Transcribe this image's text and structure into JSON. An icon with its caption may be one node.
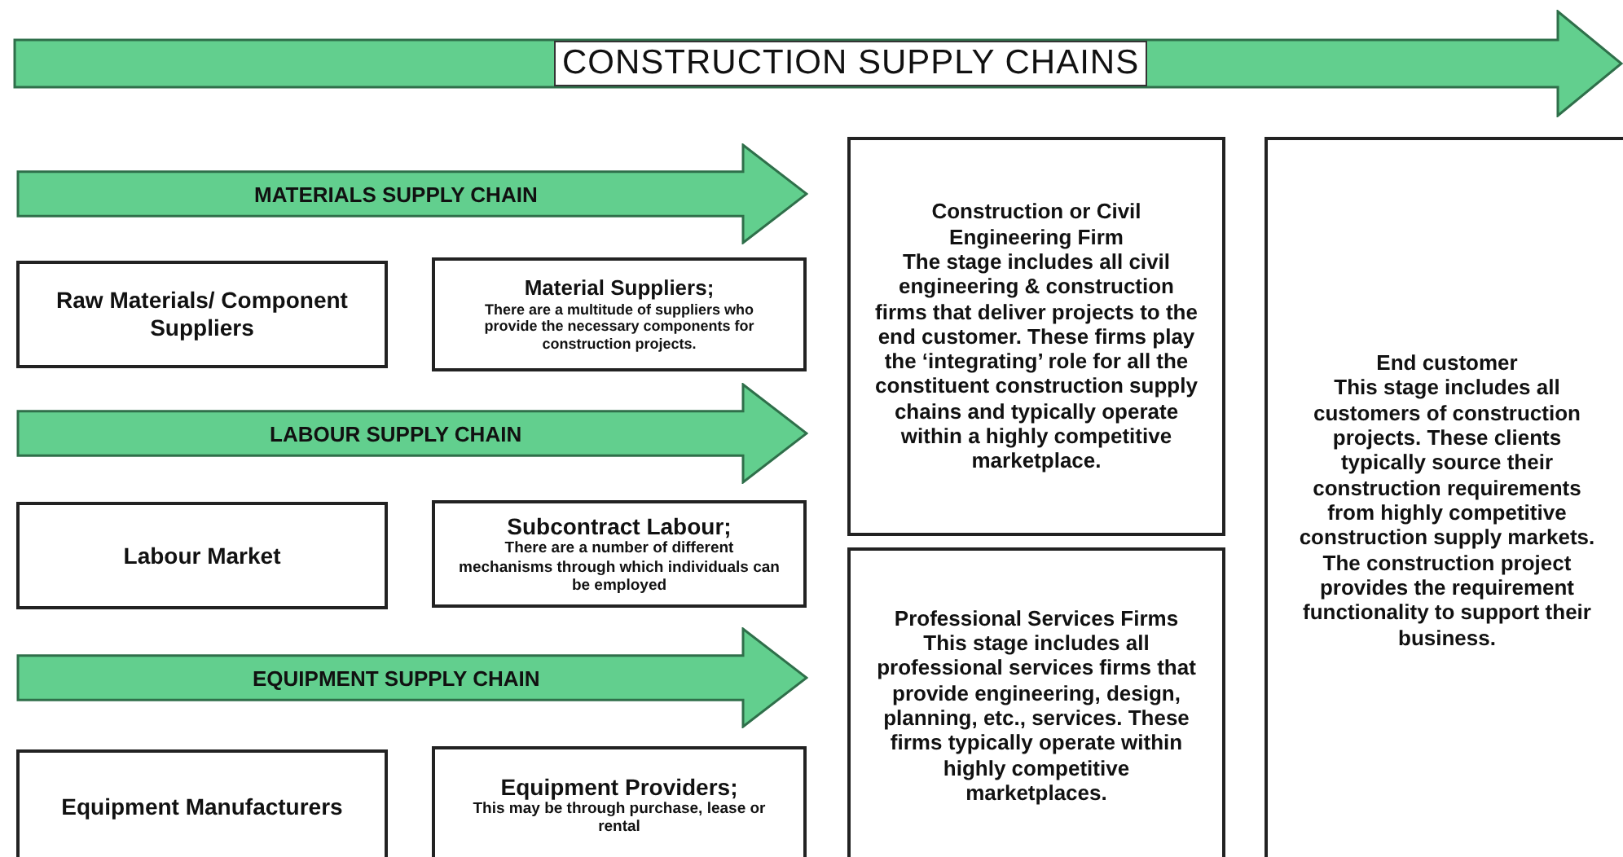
{
  "diagram": {
    "nodes": [
      {
        "text": [
          "CONSTRUCTION SUPPLY CHAINS"
        ]
      },
      {
        "text": [
          "MATERIALS SUPPLY CHAIN"
        ]
      },
      {
        "text": [
          "Raw Materials/ Component Suppliers"
        ]
      },
      {
        "text": [
          "Material Suppliers;",
          "There are a multitude of suppliers who provide the necessary components for construction projects."
        ]
      },
      {
        "text": [
          "Construction or Civil Engineering Firm",
          "The stage includes all civil engineering & construction firms that deliver projects to the end customer. These firms play the ‘integrating’ role for all the constituent construction supply chains and typically operate within a highly competitive marketplace."
        ]
      },
      {
        "text": [
          "End customer",
          "This stage includes all customers of construction projects.  These clients typically source their construction requirements from highly competitive construction supply markets.  The construction project provides the requirement functionality to support their business."
        ]
      },
      {
        "text": [
          "LABOUR SUPPLY CHAIN"
        ]
      },
      {
        "text": [
          "Labour Market"
        ]
      },
      {
        "text": [
          "Subcontract Labour;",
          "There are a number of different mechanisms through which individuals can be employed"
        ]
      },
      {
        "text": [
          "Professional Services Firms",
          "This stage includes all professional services firms that provide engineering, design, planning, etc., services.  These firms typically operate within highly competitive marketplaces."
        ]
      },
      {
        "text": [
          "EQUIPMENT SUPPLY CHAIN"
        ]
      },
      {
        "text": [
          "Equipment Manufacturers"
        ]
      },
      {
        "text": [
          "Equipment Providers;",
          "This may be through purchase, lease or rental"
        ]
      }
    ]
  }
}
